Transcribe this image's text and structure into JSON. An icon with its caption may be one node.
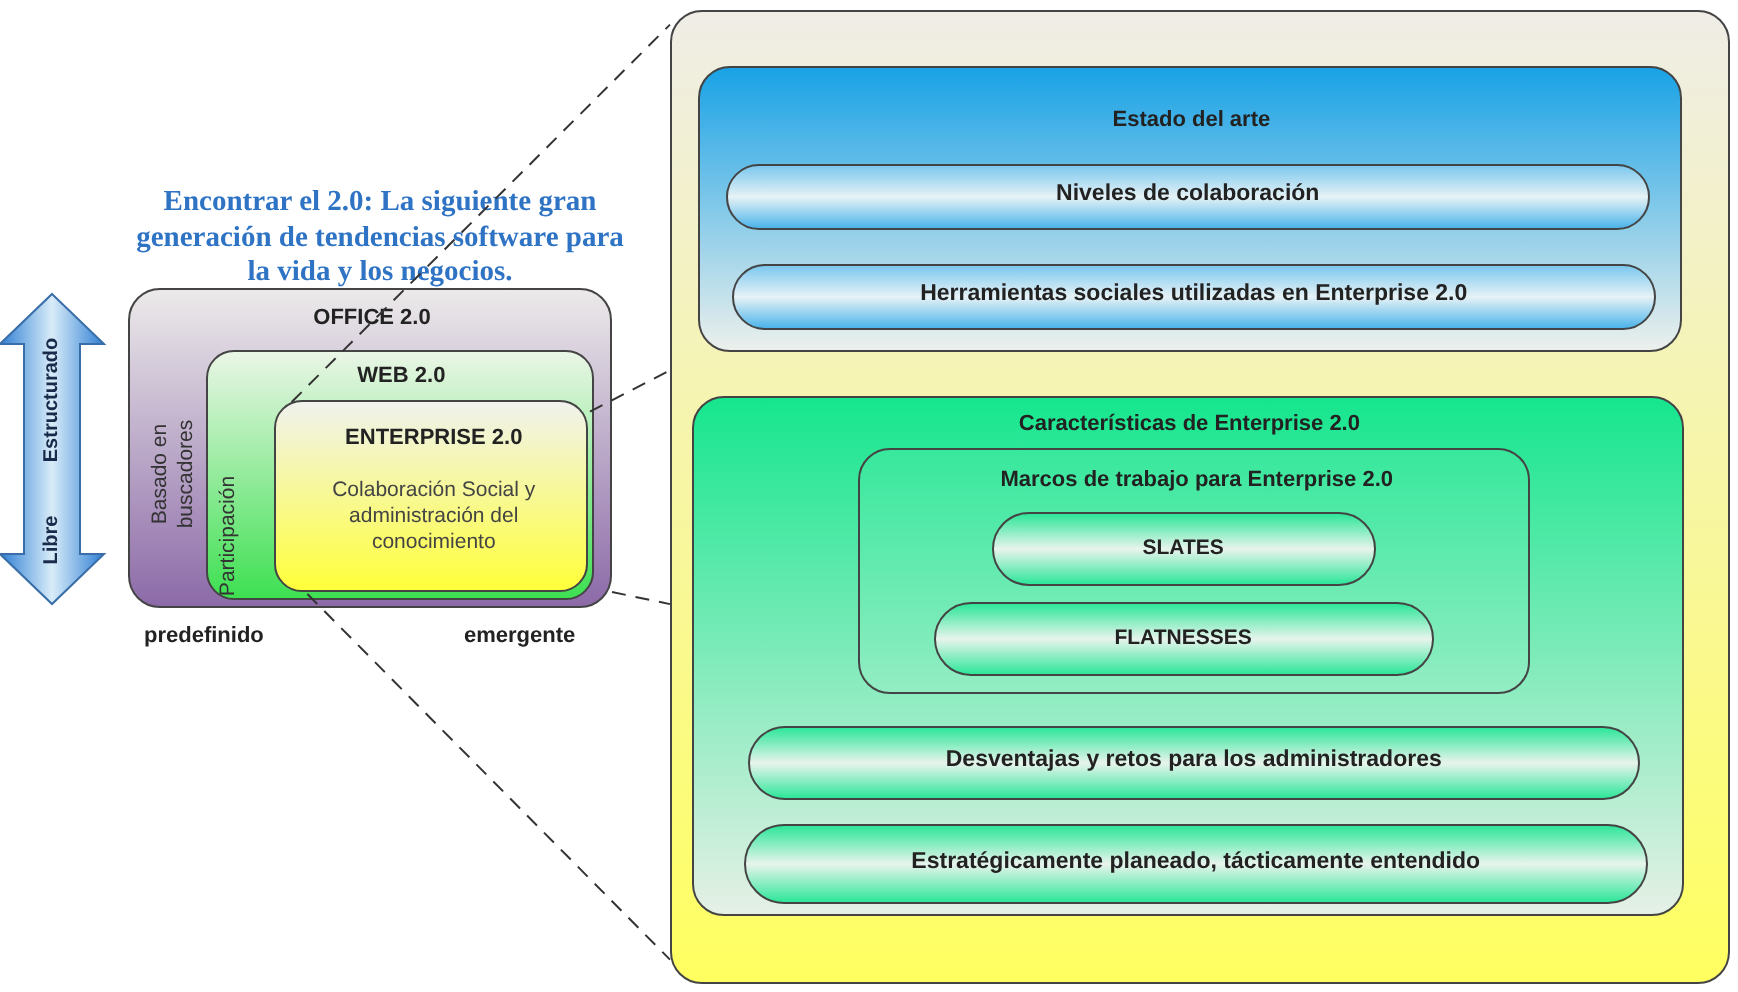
{
  "diagram": {
    "title": "Encontrar el 2.0: La siguiente gran generación de tendencias software para la vida y los negocios.",
    "nodes": [
      {
        "text": [
          "OFFICE 2.0",
          "Basado en buscadores"
        ]
      },
      {
        "text": [
          "WEB 2.0",
          "Participación"
        ],
        "in": 0
      },
      {
        "text": [
          "ENTERPRISE 2.0",
          "Colaboración Social y administración del conocimiento"
        ],
        "in": 1
      },
      {
        "text": [],
        "shape": "box"
      },
      {
        "text": [
          "Estado del arte"
        ],
        "in": 3
      },
      {
        "text": [
          "Niveles de colaboración"
        ],
        "in": 4
      },
      {
        "text": [
          "Herramientas sociales utilizadas en Enterprise 2.0"
        ],
        "in": 4
      },
      {
        "text": [
          "Características de Enterprise 2.0"
        ],
        "in": 3
      },
      {
        "text": [
          "Marcos de trabajo para Enterprise 2.0"
        ],
        "in": 7
      },
      {
        "text": [
          "SLATES"
        ],
        "in": 8
      },
      {
        "text": [
          "FLATNESSES"
        ],
        "in": 8
      },
      {
        "text": [
          "Desventajas y retos para los administradores"
        ],
        "in": 7
      },
      {
        "text": [
          "Estratégicamente planeado, tácticamente entendido"
        ],
        "in": 7
      }
    ],
    "edges": [
      {
        "from": 2,
        "to": 3,
        "arrow": "none",
        "style": "dashed"
      },
      {
        "from": 2,
        "to": 3,
        "arrow": "none",
        "style": "dashed"
      },
      {
        "from": 0,
        "to": 3,
        "arrow": "none",
        "style": "dashed"
      },
      {
        "from": 2,
        "to": 3,
        "arrow": "none",
        "style": "dashed"
      }
    ],
    "labels": [
      "Estructurado",
      "Libre",
      "predefinido",
      "emergente"
    ]
  }
}
